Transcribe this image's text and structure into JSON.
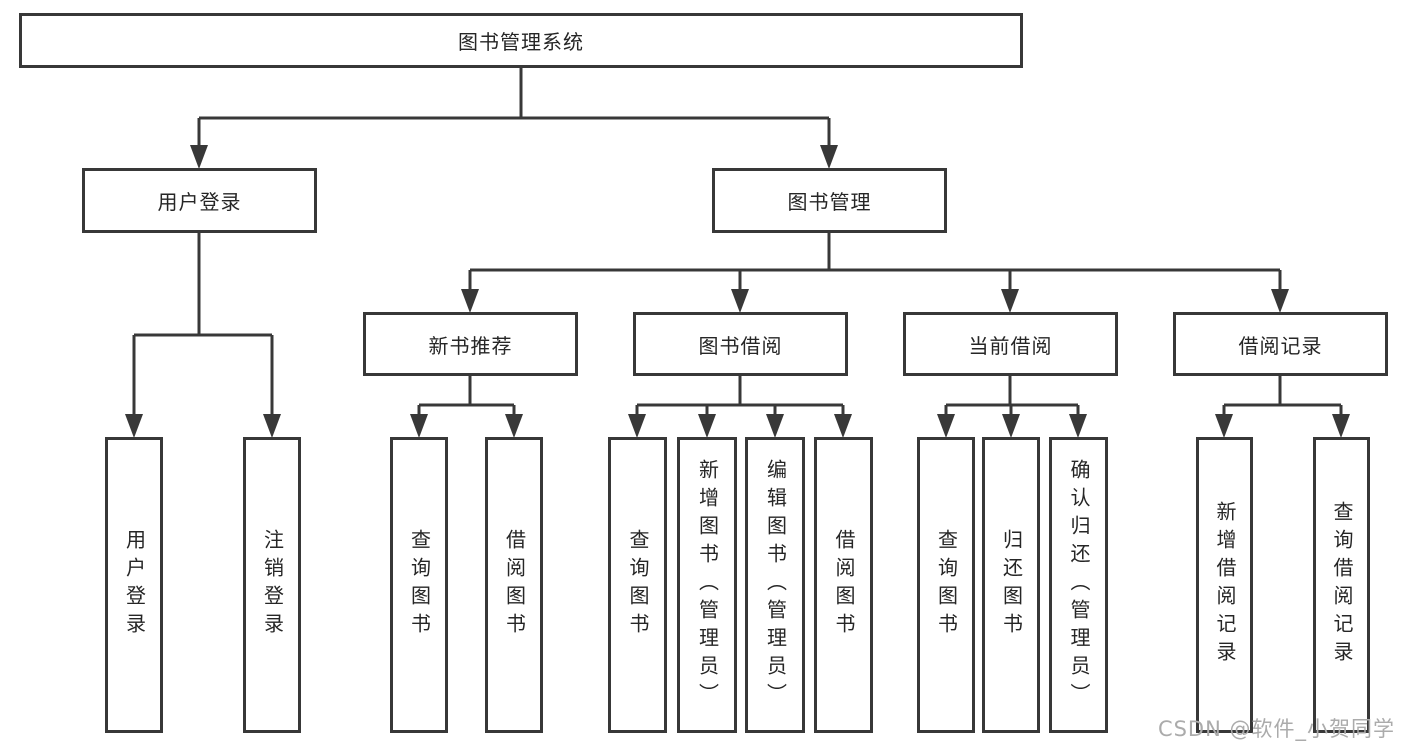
{
  "diagram": {
    "root": "图书管理系统",
    "branches": [
      {
        "label": "用户登录",
        "children": [
          {
            "label": "用户登录"
          },
          {
            "label": "注销登录"
          }
        ]
      },
      {
        "label": "图书管理",
        "children": [
          {
            "label": "新书推荐",
            "children": [
              {
                "label": "查询图书"
              },
              {
                "label": "借阅图书"
              }
            ]
          },
          {
            "label": "图书借阅",
            "children": [
              {
                "label": "查询图书"
              },
              {
                "label": "新增图书（管理员）"
              },
              {
                "label": "编辑图书（管理员）"
              },
              {
                "label": "借阅图书"
              }
            ]
          },
          {
            "label": "当前借阅",
            "children": [
              {
                "label": "查询图书"
              },
              {
                "label": "归还图书"
              },
              {
                "label": "确认归还（管理员）"
              }
            ]
          },
          {
            "label": "借阅记录",
            "children": [
              {
                "label": "新增借阅记录"
              },
              {
                "label": "查询借阅记录"
              }
            ]
          }
        ]
      }
    ]
  },
  "watermark": "CSDN @软件_小贺同学",
  "colors": {
    "line": "#383838",
    "text": "#262626",
    "watermark": "#ababab",
    "background": "#ffffff"
  }
}
